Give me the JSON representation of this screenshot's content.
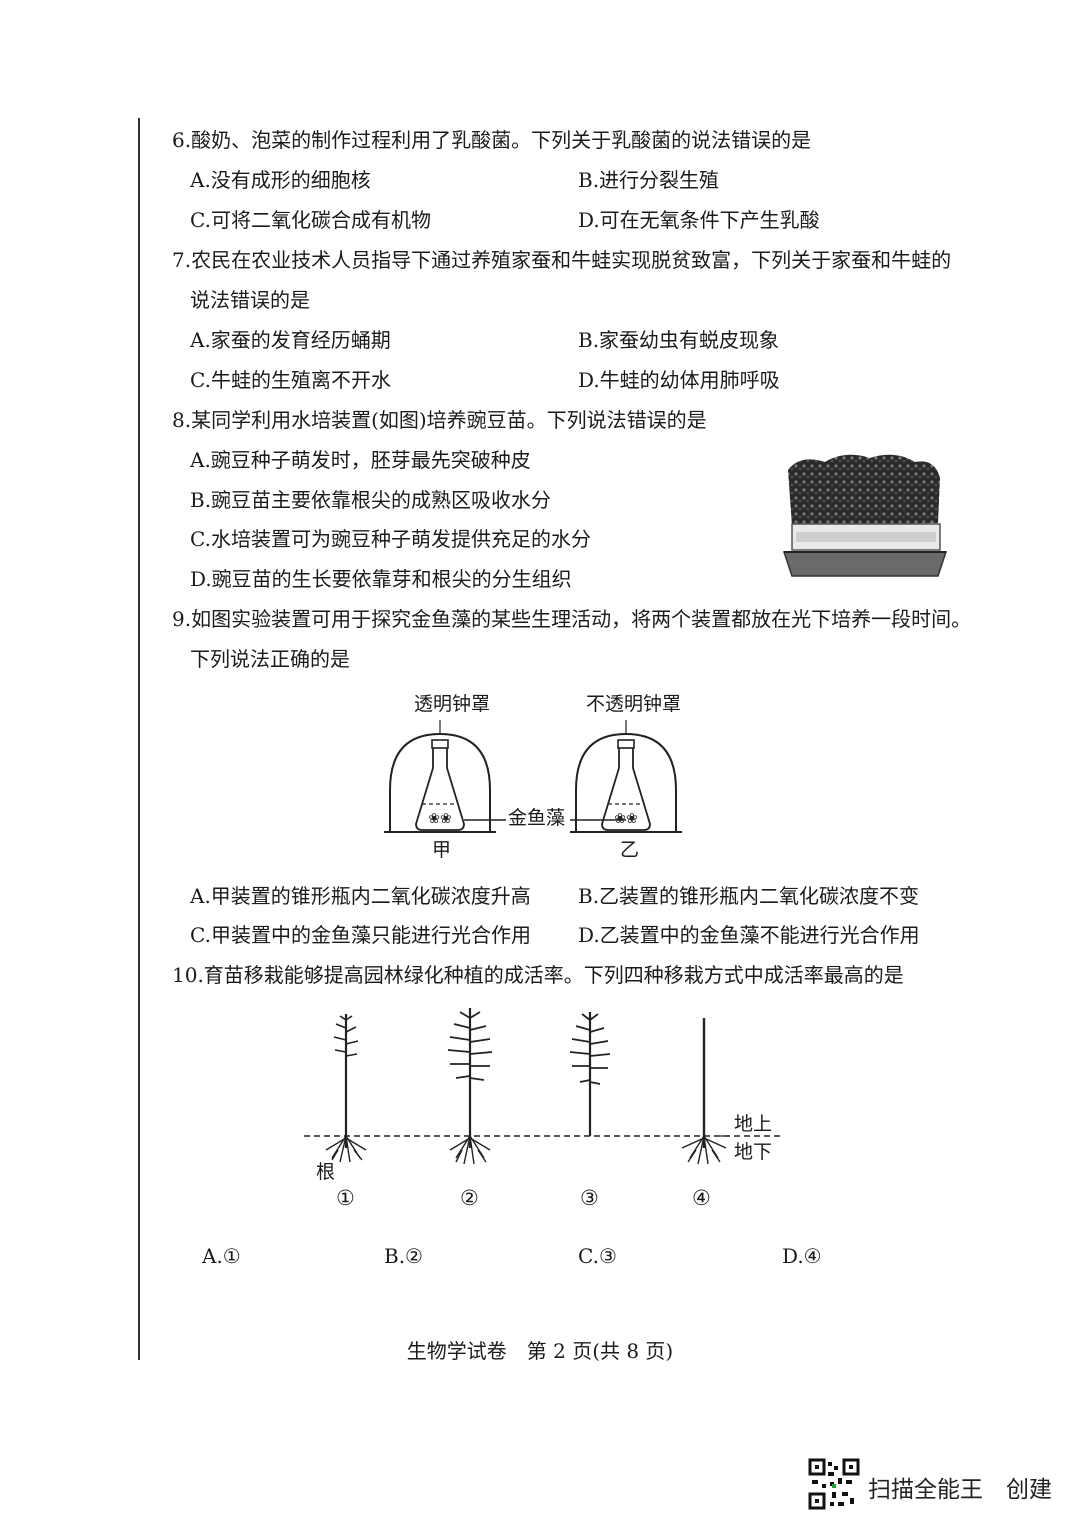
{
  "q6": {
    "stem": "6.酸奶、泡菜的制作过程利用了乳酸菌。下列关于乳酸菌的说法错误的是",
    "options": [
      "A.没有成形的细胞核",
      "B.进行分裂生殖",
      "C.可将二氧化碳合成有机物",
      "D.可在无氧条件下产生乳酸"
    ]
  },
  "q7": {
    "stem1": "7.农民在农业技术人员指导下通过养殖家蚕和牛蛙实现脱贫致富，下列关于家蚕和牛蛙的",
    "stem2": "说法错误的是",
    "options": [
      "A.家蚕的发育经历蛹期",
      "B.家蚕幼虫有蜕皮现象",
      "C.牛蛙的生殖离不开水",
      "D.牛蛙的幼体用肺呼吸"
    ]
  },
  "q8": {
    "stem": "8.某同学利用水培装置(如图)培养豌豆苗。下列说法错误的是",
    "options": [
      "A.豌豆种子萌发时，胚芽最先突破种皮",
      "B.豌豆苗主要依靠根尖的成熟区吸收水分",
      "C.水培装置可为豌豆种子萌发提供充足的水分",
      "D.豌豆苗的生长要依靠芽和根尖的分生组织"
    ]
  },
  "q9": {
    "stem1": "9.如图实验装置可用于探究金鱼藻的某些生理活动，将两个装置都放在光下培养一段时间。",
    "stem2": "下列说法正确的是",
    "figure": {
      "label_transparent": "透明钟罩",
      "label_opaque": "不透明钟罩",
      "label_plant": "金鱼藻",
      "label_jia": "甲",
      "label_yi": "乙"
    },
    "options": [
      "A.甲装置的锥形瓶内二氧化碳浓度升高",
      "B.乙装置的锥形瓶内二氧化碳浓度不变",
      "C.甲装置中的金鱼藻只能进行光合作用",
      "D.乙装置中的金鱼藻不能进行光合作用"
    ]
  },
  "q10": {
    "stem": "10.育苗移栽能够提高园林绿化种植的成活率。下列四种移栽方式中成活率最高的是",
    "figure": {
      "label_root": "根",
      "label_above": "地上",
      "label_below": "地下",
      "numbers": [
        "①",
        "②",
        "③",
        "④"
      ]
    },
    "options": [
      "A.①",
      "B.②",
      "C.③",
      "D.④"
    ]
  },
  "footer": "生物学试卷　第 2 页(共 8 页)",
  "watermark": "扫描全能王　创建"
}
